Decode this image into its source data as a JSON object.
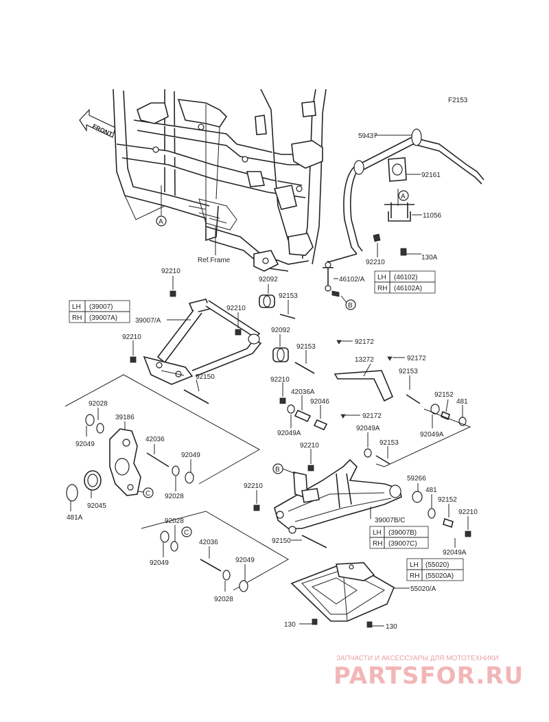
{
  "figure_code": "F2153",
  "front_label": "FRONT",
  "ref_frame": "Ref.Frame",
  "callouts": {
    "A": "A",
    "B": "B",
    "C": "C"
  },
  "parts": {
    "p59437": "59437",
    "p92161": "92161",
    "p11056": "11056",
    "p130A": "130A",
    "p92210_a": "92210",
    "p46102A": "46102/A",
    "p92210_1": "92210",
    "p92092_1": "92092",
    "p92153_1": "92153",
    "p39007A": "39007/A",
    "p92210_2": "92210",
    "p92092_2": "92092",
    "p92210_3": "92210",
    "p92153_2": "92153",
    "p92150_1": "92150",
    "p92172_1": "92172",
    "p13272": "13272",
    "p92172_2": "92172",
    "p92153_3": "92153",
    "p92210_4": "92210",
    "p42036A": "42036A",
    "p92046": "92046",
    "p92172_3": "92172",
    "p92152_1": "92152",
    "p481_1": "481",
    "p92049A_1": "92049A",
    "p92049A_2": "92049A",
    "p92049A_3": "92049A",
    "p92210_5": "92210",
    "p92153_4": "92153",
    "p92028_1": "92028",
    "p39186": "39186",
    "p92049_1": "92049",
    "p42036_1": "42036",
    "p92049_2": "92049",
    "p92028_2": "92028",
    "p92045": "92045",
    "p481A": "481A",
    "p59266": "59266",
    "p481_2": "481",
    "p92152_2": "92152",
    "p92210_6": "92210",
    "p92210_7": "92210",
    "p39007BC": "39007B/C",
    "p92150_2": "92150",
    "p92049A_4": "92049A",
    "p92028_3": "92028",
    "p92049_3": "92049",
    "p42036_2": "42036",
    "p92049_4": "92049",
    "p92028_4": "92028",
    "p55020A": "55020/A",
    "p130_1": "130",
    "p130_2": "130"
  },
  "tables": {
    "link_46102": [
      {
        "side": "LH",
        "part": "(46102)"
      },
      {
        "side": "RH",
        "part": "(46102A)"
      }
    ],
    "arm_39007": [
      {
        "side": "LH",
        "part": "(39007)"
      },
      {
        "side": "RH",
        "part": "(39007A)"
      }
    ],
    "arm_39007BC": [
      {
        "side": "LH",
        "part": "(39007B)"
      },
      {
        "side": "RH",
        "part": "(39007C)"
      }
    ],
    "guard_55020": [
      {
        "side": "LH",
        "part": "(55020)"
      },
      {
        "side": "RH",
        "part": "(55020A)"
      }
    ]
  },
  "watermark": {
    "subtitle": "ЗАПЧАСТИ И АКСЕССУАРЫ ДЛЯ МОТОТЕХНИКИ",
    "brand": "PARTSFOR.RU"
  }
}
